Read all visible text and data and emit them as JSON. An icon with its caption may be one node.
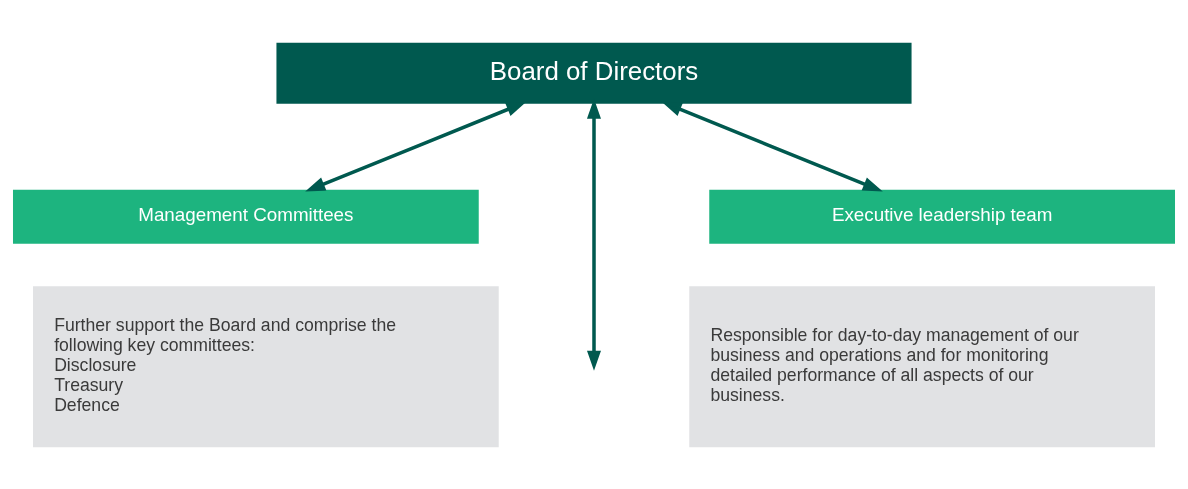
{
  "diagram": {
    "nodes": [
      {
        "text": [
          "Board of Directors"
        ]
      },
      {
        "text": [
          "Management Committees"
        ]
      },
      {
        "text": [
          "Further support the Board and comprise the following key committees:",
          "Disclosure",
          "Treasury",
          "Defence"
        ]
      },
      {
        "text": [
          "Executive leadership team"
        ]
      },
      {
        "text": [
          "Responsible for day-to-day management of our business and operations and for monitoring detailed performance of all aspects of our business."
        ]
      }
    ],
    "edges": [
      {
        "from": 0,
        "to": 1,
        "arrow": "both"
      },
      {
        "from": 0,
        "to": null,
        "arrow": "both"
      },
      {
        "from": 0,
        "to": 3,
        "arrow": "both"
      }
    ]
  }
}
